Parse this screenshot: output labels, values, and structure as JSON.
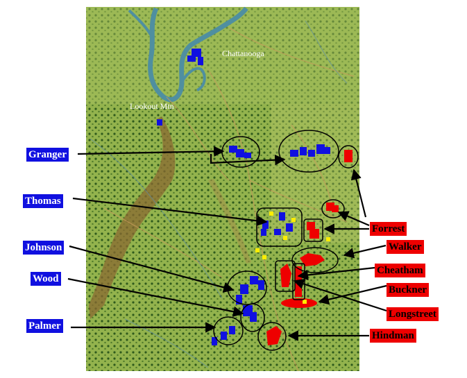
{
  "places": {
    "chattanooga": "Chattanooga",
    "lookout": "Lookout Mtn"
  },
  "union": {
    "granger": "Granger",
    "thomas": "Thomas",
    "johnson": "Johnson",
    "wood": "Wood",
    "palmer": "Palmer"
  },
  "confederate": {
    "forrest": "Forrest",
    "walker": "Walker",
    "cheatham": "Cheatham",
    "buckner": "Buckner",
    "longstreet": "Longstreet",
    "hindman": "Hindman"
  },
  "colors": {
    "union": "#1010e0",
    "confederate": "#ee0000",
    "terrain": "#8fb04a",
    "river": "#4f8fa0",
    "ridge": "#8a6a32",
    "marker": "#ffee00"
  }
}
